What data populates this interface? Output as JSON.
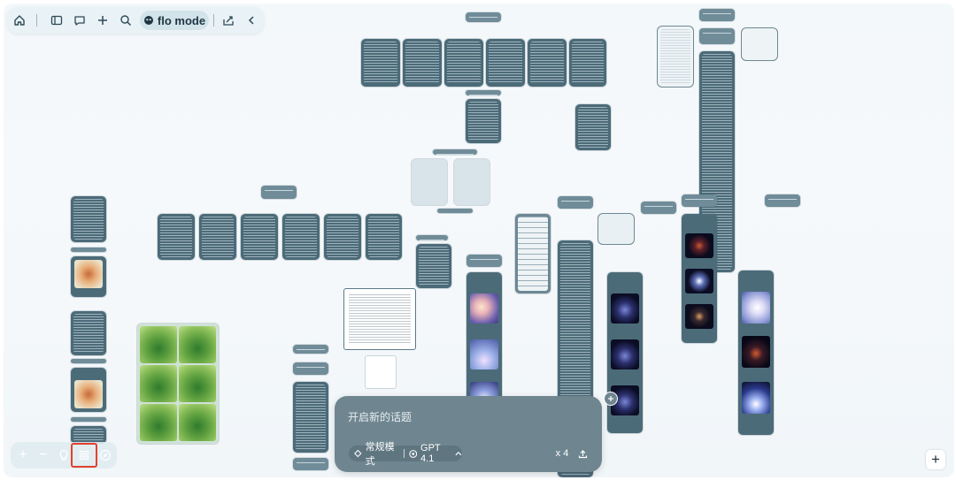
{
  "toolbar": {
    "home_icon": "home-icon",
    "sidebar_icon": "sidebar-icon",
    "chat_icon": "chat-bubble-icon",
    "add_icon": "plus-icon",
    "search_icon": "search-icon",
    "mode_label": "flo mode",
    "share_icon": "share-icon",
    "back_icon": "chevron-left-icon"
  },
  "composer": {
    "placeholder": "开启新的话题",
    "mode_label": "常规模式",
    "model_label": "GPT 4.1",
    "count_label": "x 4",
    "upload_icon": "upload-icon"
  },
  "zoom_controls": {
    "zoom_in": "+",
    "zoom_out": "−",
    "bulb_icon": "lightbulb-icon",
    "grid_icon": "grid-icon",
    "compass_icon": "compass-icon",
    "highlight_color": "#e0412f"
  },
  "add_node_button": "+",
  "colors": {
    "node": "#4c6b79",
    "canvas": "#f3f8fb",
    "composer": "#6f8690"
  }
}
